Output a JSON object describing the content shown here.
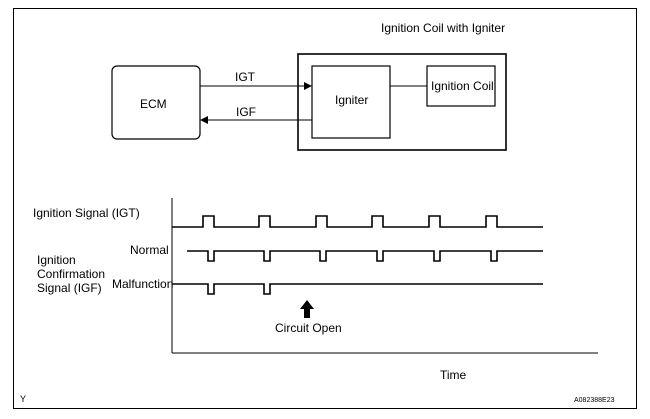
{
  "diagram": {
    "coil_group_title": "Ignition Coil with Igniter",
    "ecm_label": "ECM",
    "igniter_label": "Igniter",
    "coil_label": "Ignition Coil",
    "igt_label": "IGT",
    "igf_label": "IGF"
  },
  "timing": {
    "igt_label": "Ignition Signal (IGT)",
    "normal_label": "Normal",
    "igf_label_line1": "Ignition",
    "igf_label_line2": "Confirmation",
    "igf_label_line3": "Signal (IGF)",
    "malfunction_label": "Malfunction",
    "circuit_open_label": "Circuit Open",
    "time_label": "Time",
    "igt_pulse_count": 6,
    "normal_pulse_count": 6,
    "malfunction_pulse_count": 2
  },
  "footer": {
    "corner_letter": "Y",
    "figure_code": "A082388E23"
  }
}
